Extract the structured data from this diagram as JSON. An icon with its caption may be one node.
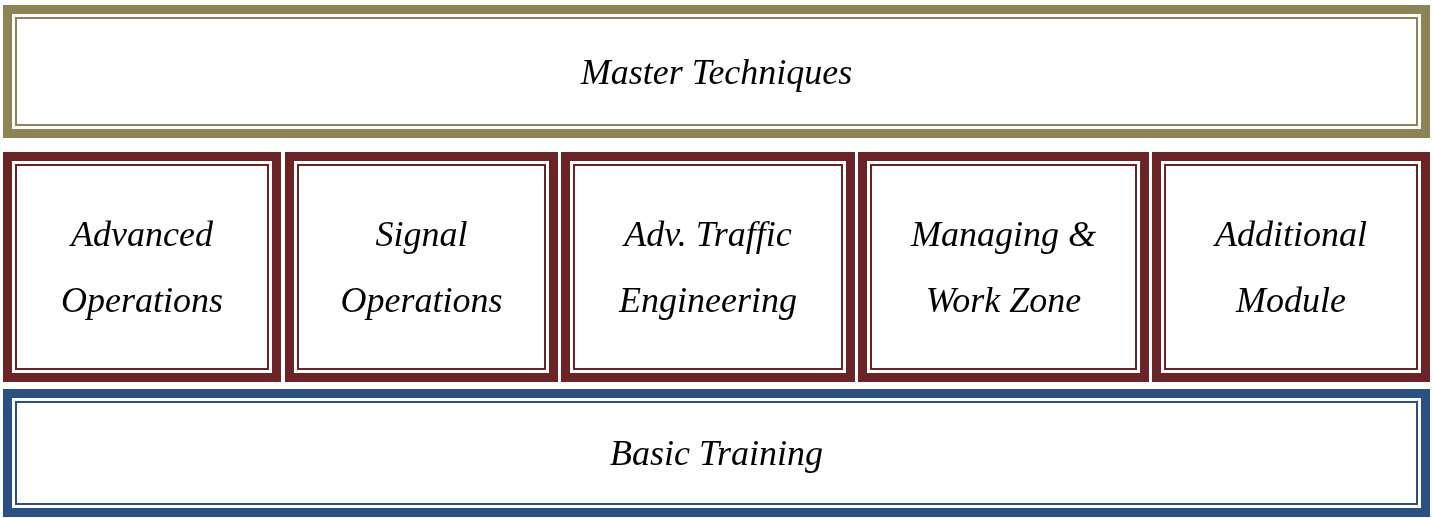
{
  "diagram": {
    "nodes": [
      {
        "text": [
          "Master Techniques"
        ]
      },
      {
        "text": [
          "Advanced Operations"
        ]
      },
      {
        "text": [
          "Signal Operations"
        ]
      },
      {
        "text": [
          "Adv. Traffic Engineering"
        ]
      },
      {
        "text": [
          "Managing & Work Zone"
        ]
      },
      {
        "text": [
          "Additional Module"
        ]
      },
      {
        "text": [
          "Basic Training"
        ]
      }
    ]
  }
}
